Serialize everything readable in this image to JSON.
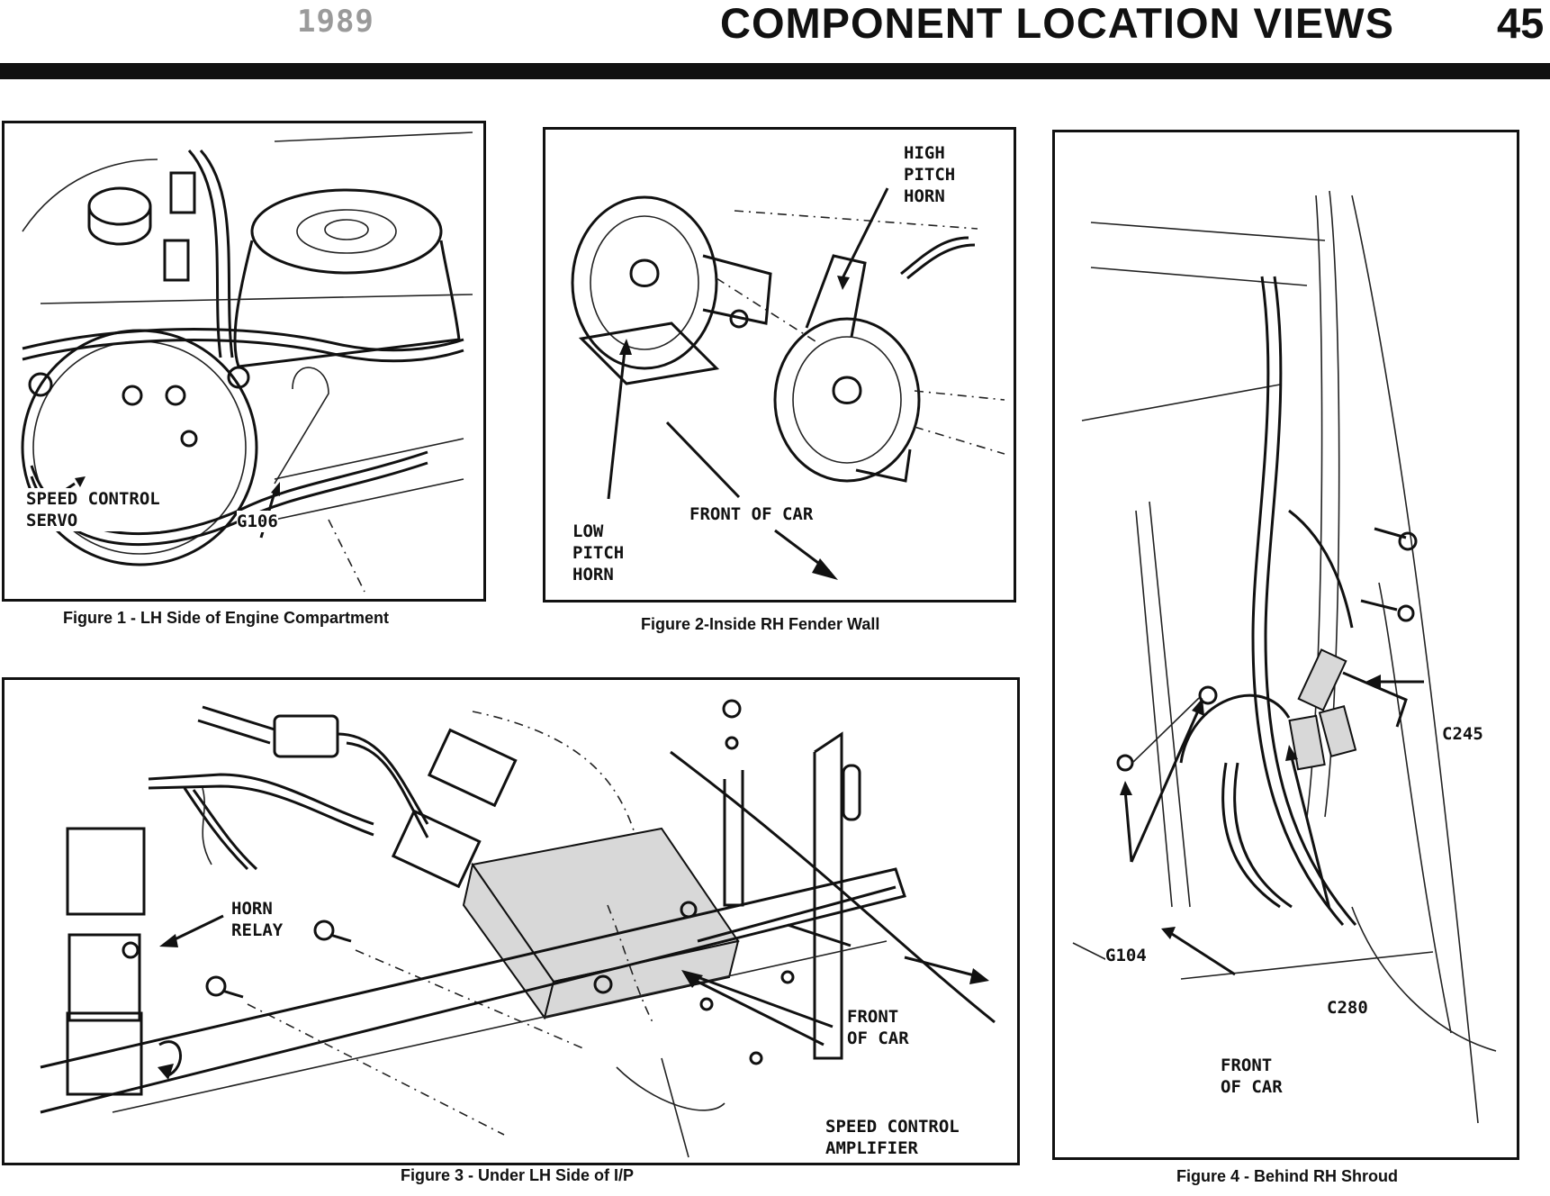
{
  "header": {
    "year": "1989",
    "title": "COMPONENT LOCATION VIEWS",
    "page_number": "45"
  },
  "figures": {
    "fig1": {
      "caption": "Figure 1 - LH Side of Engine Compartment",
      "labels": {
        "servo": "SPEED CONTROL\nSERVO",
        "ground": "G106"
      }
    },
    "fig2": {
      "caption": "Figure 2-Inside RH Fender Wall",
      "labels": {
        "high_horn": "HIGH\nPITCH\nHORN",
        "low_horn": "LOW\nPITCH\nHORN",
        "front": "FRONT OF CAR"
      }
    },
    "fig3": {
      "caption": "Figure 3 - Under LH Side of I/P",
      "labels": {
        "relay": "HORN\nRELAY",
        "front": "FRONT\nOF CAR",
        "amplifier": "SPEED CONTROL\nAMPLIFIER"
      }
    },
    "fig4": {
      "caption": "Figure 4 - Behind RH Shroud",
      "labels": {
        "c245": "C245",
        "g104": "G104",
        "c280": "C280",
        "front": "FRONT\nOF CAR"
      }
    }
  }
}
